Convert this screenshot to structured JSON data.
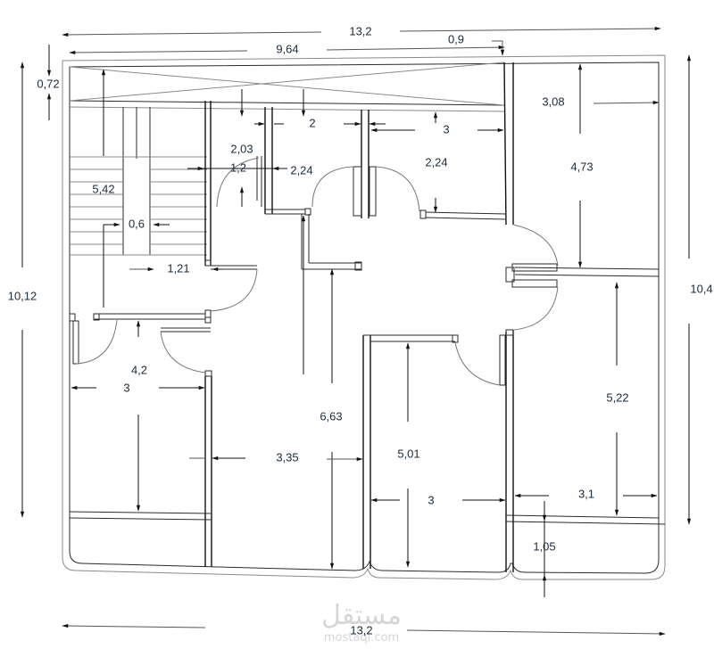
{
  "drawing": {
    "title": "Floor plan with dimensions",
    "units": "m"
  },
  "overall_dimensions": {
    "top_width": "13,2",
    "bottom_width": "13,2",
    "top_partial_width": "9,64",
    "top_offset": "0,9",
    "left_height": "10,12",
    "right_height": "10,4",
    "top_strip_height": "0,72"
  },
  "room_dimensions": {
    "stair_length": "5,42",
    "stair_gap": "0,6",
    "corridor_width": "1,21",
    "entry_height": "2,03",
    "entry_width": "1,2",
    "bath1_width": "2,24",
    "bath1_depth": "2",
    "bath2_width": "3",
    "bath2_depth": "2,24",
    "room_ne_width": "3,08",
    "room_ne_depth": "4,73",
    "room_sw_width": "3",
    "room_sw_depth": "4,2",
    "hall_depth": "6,63",
    "hall_width": "3,35",
    "room_s_depth": "5,01",
    "room_s_width": "3",
    "room_se_depth": "5,22",
    "room_se_width": "3,1",
    "balcony_depth": "1,05"
  },
  "watermark": {
    "arabic": "مستقل",
    "latin": "mostaql.com"
  }
}
